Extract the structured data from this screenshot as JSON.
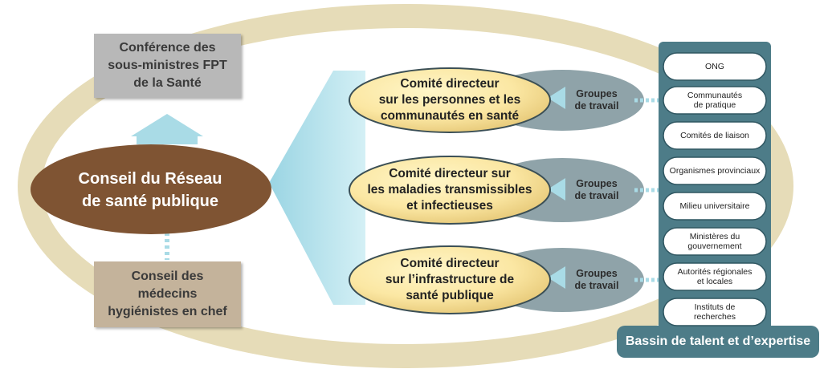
{
  "top_box": "Conférence des\nsous-ministres FPT\nde la Santé",
  "council": "Conseil du Réseau\nde santé publique",
  "bottom_box": "Conseil des\nmédecins\nhygiénistes en chef",
  "committees": [
    {
      "label": "Comité directeur\nsur les personnes et les\ncommunautés en santé",
      "groups": "Groupes\nde travail"
    },
    {
      "label": "Comité directeur sur\nles maladies transmissibles\net infectieuses",
      "groups": "Groupes\nde travail"
    },
    {
      "label": "Comité directeur\nsur l’infrastructure de\nsanté publique",
      "groups": "Groupes\nde travail"
    }
  ],
  "pool": {
    "title": "Bassin de talent et d’expertise",
    "items": [
      "ONG",
      "Communautés\nde pratique",
      "Comités de liaison",
      "Organismes provinciaux",
      "Milieu universitaire",
      "Ministères du\ngouvernement",
      "Autorités régionales\net locales",
      "Instituts de\nrecherches"
    ]
  },
  "colors": {
    "ring": "#e6dcb8",
    "council": "#7f5433",
    "committee": "#fbe7a3",
    "groups": "#8fa3a9",
    "pool": "#4d7c88",
    "arrow": "#a9dbe6"
  }
}
